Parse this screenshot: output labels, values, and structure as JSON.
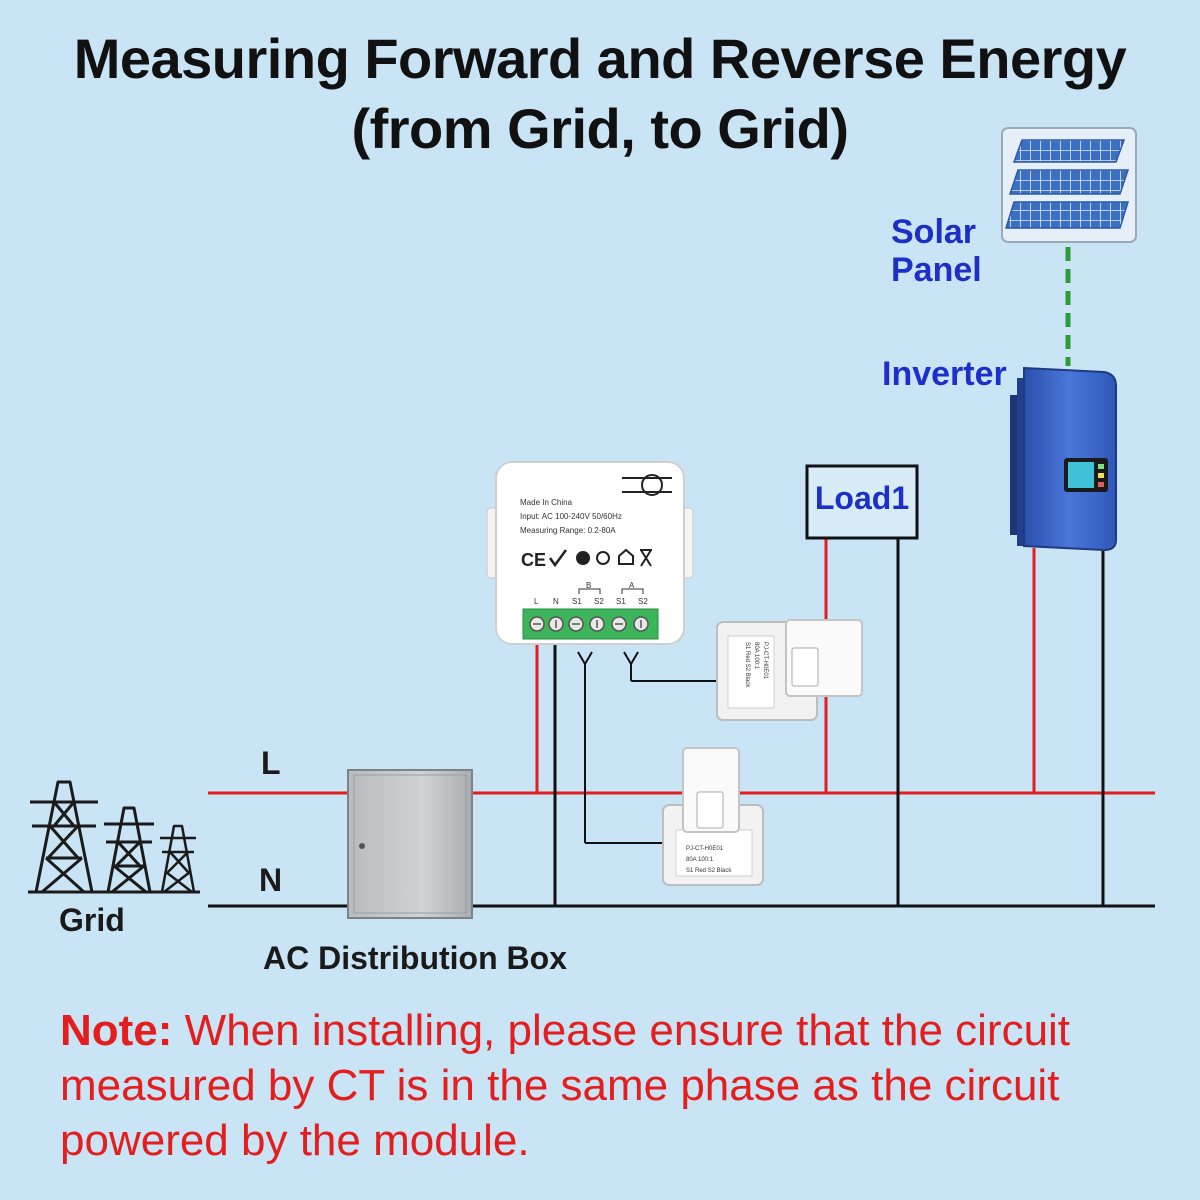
{
  "title": {
    "line1": "Measuring  Forward and Reverse Energy",
    "line2": "(from Grid, to Grid)"
  },
  "labels": {
    "solar_panel_line1": "Solar",
    "solar_panel_line2": "Panel",
    "inverter": "Inverter",
    "load": "Load1",
    "line_l": "L",
    "line_n": "N",
    "grid": "Grid",
    "ac_box": "AC Distribution Box"
  },
  "module": {
    "made_in": "Made In China",
    "input": "Input: AC 100-240V 50/60Hz",
    "range": "Measuring Range: 0.2-80A",
    "cert": "CE",
    "group_b": "B",
    "group_a": "A",
    "terminals": [
      "L",
      "N",
      "S1",
      "S2",
      "S1",
      "S2"
    ]
  },
  "ct_clamp": {
    "model": "PJ-CT-H0E01",
    "rating": "80A 100:1",
    "wires": "S1 Red  S2 Black"
  },
  "note": {
    "prefix": "Note:",
    "text": " When installing, please ensure that the circuit measured by CT is in the same phase as the circuit powered by the module."
  },
  "colors": {
    "background": "#c9e4f5",
    "live_wire": "#e41e1e",
    "neutral_wire": "#111111",
    "label_blue": "#1c2fc8",
    "note_red": "#e41e1e",
    "inverter_blue": "#3a63c8",
    "terminal_green": "#3cb55a"
  },
  "icons": [
    "solar-panel-icon",
    "inverter-icon",
    "transmission-tower-icon",
    "distribution-box-icon",
    "energy-meter-module-icon",
    "ct-clamp-icon"
  ]
}
